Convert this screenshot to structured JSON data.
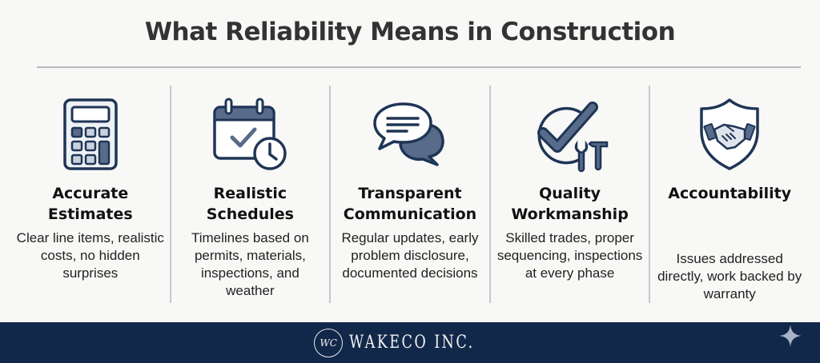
{
  "title": "What Reliability Means in Construction",
  "colors": {
    "navy": "#1f3555",
    "slate_fill": "#586b8a",
    "light_fill": "#dfe4ec",
    "footer_bg": "#12284a",
    "divider": "#c5c8cc"
  },
  "columns": [
    {
      "icon": "calculator-icon",
      "heading": "Accurate Estimates",
      "description": "Clear line items, realistic costs, no hidden surprises"
    },
    {
      "icon": "calendar-clock-icon",
      "heading": "Realistic Schedules",
      "description": "Timelines based on permits, materials, inspections, and weather"
    },
    {
      "icon": "chat-bubbles-icon",
      "heading": "Transparent Communication",
      "description": "Regular updates, early problem disclosure, documented decisions"
    },
    {
      "icon": "check-tools-icon",
      "heading": "Quality Workmanship",
      "description": "Skilled trades, proper sequencing, inspections at every phase"
    },
    {
      "icon": "shield-handshake-icon",
      "heading": "Accountability",
      "description": "Issues addressed directly, work backed by warranty"
    }
  ],
  "footer": {
    "logo_mark": "WC",
    "brand": "WAKECO INC."
  },
  "sparkle_icon": "sparkle-icon"
}
